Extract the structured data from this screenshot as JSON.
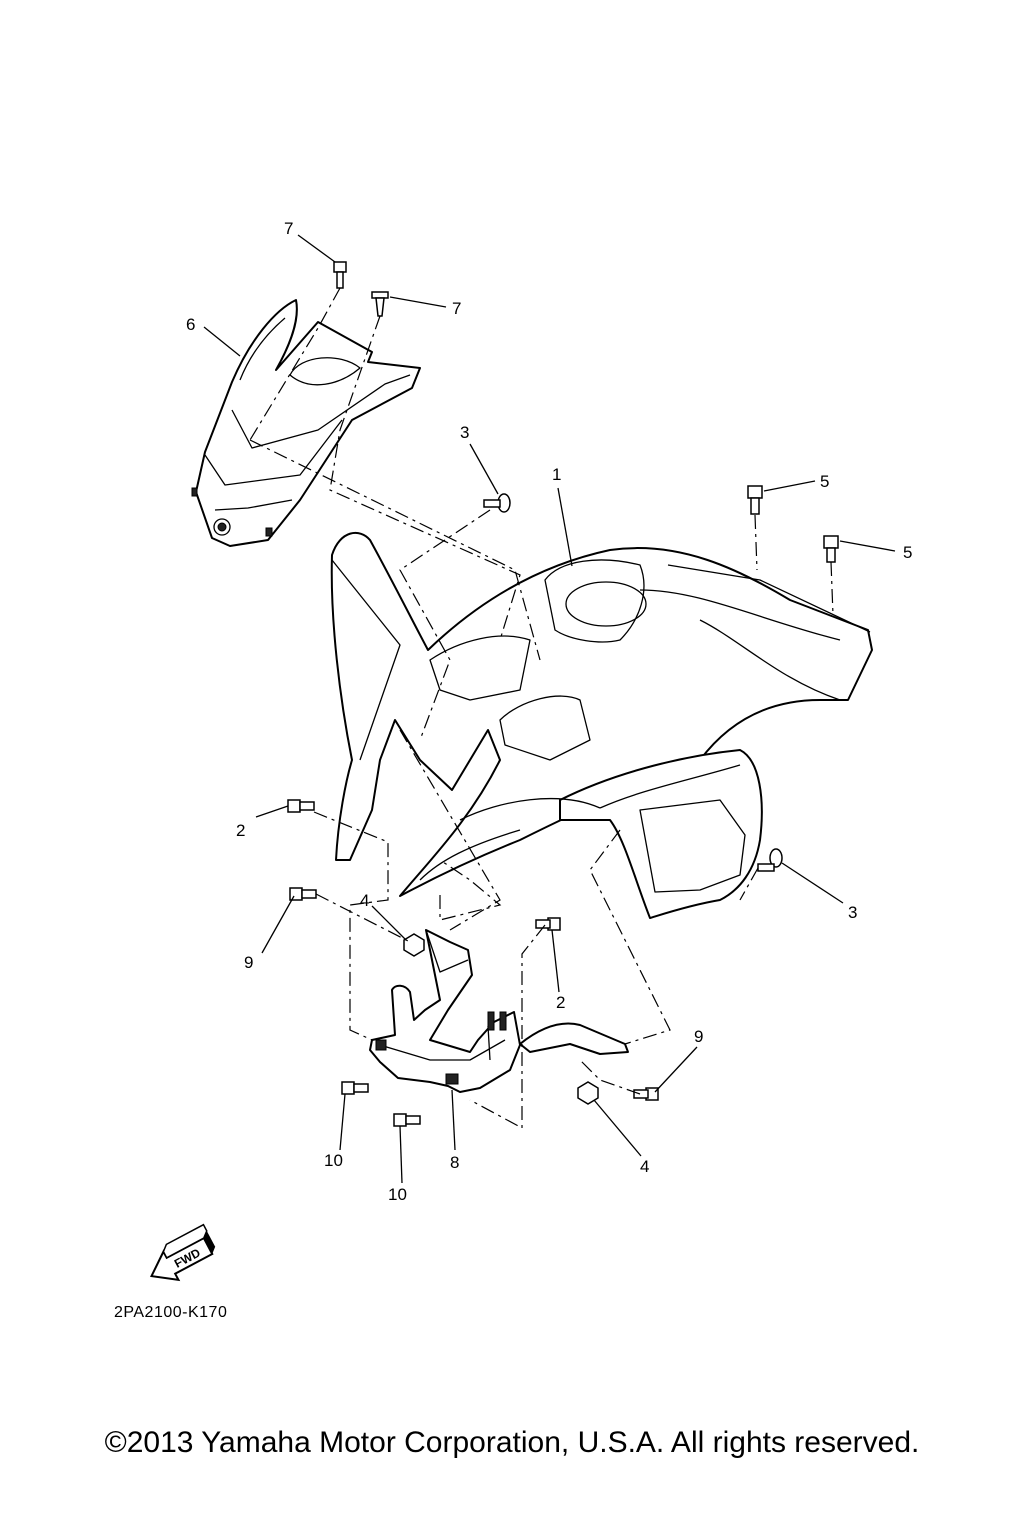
{
  "callouts": {
    "c1": "1",
    "c2a": "2",
    "c2b": "2",
    "c3a": "3",
    "c3b": "3",
    "c4a": "4",
    "c4b": "4",
    "c5a": "5",
    "c5b": "5",
    "c6": "6",
    "c7a": "7",
    "c7b": "7",
    "c8": "8",
    "c9a": "9",
    "c9b": "9",
    "c10a": "10",
    "c10b": "10"
  },
  "fwd_label": "FWD",
  "diagram_code": "2PA2100-K170",
  "copyright": "©2013 Yamaha Motor Corporation, U.S.A. All rights reserved."
}
